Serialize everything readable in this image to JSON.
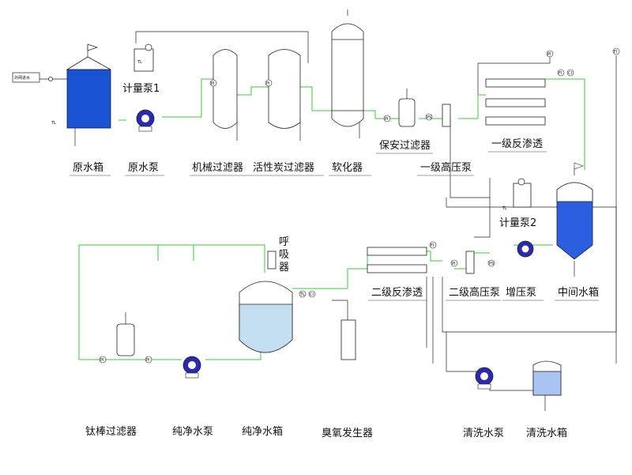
{
  "labels": {
    "outlet": "外网进水",
    "raw_tank": "原水箱",
    "raw_pump": "原水泵",
    "dosing_pump1": "计量泵1",
    "mech_filter": "机械过滤器",
    "carbon_filter": "活性炭过滤器",
    "softener": "软化器",
    "security_filter": "保安过滤器",
    "hp_pump1": "一级高压泵",
    "ro1": "一级反渗透",
    "dosing_pump2": "计量泵2",
    "mid_tank": "中间水箱",
    "booster_pump": "增压泵",
    "hp_pump2": "二级高压泵",
    "ro2": "二级反渗透",
    "breather": "呼吸器",
    "pure_tank": "纯净水箱",
    "pure_pump": "纯净水泵",
    "ti_filter": "钛棒过滤器",
    "ozone": "臭氧发生器",
    "cip_pump": "清洗水泵",
    "cip_tank": "清洗水箱"
  },
  "instruments": {
    "pi": "PI",
    "ps": "PS",
    "ci": "CI",
    "fi": "FI",
    "tl": "TL",
    "l": "L"
  },
  "colors": {
    "raw_water": "#1a52d4",
    "mid_water": "#2c5fe0",
    "pure_water": "#c4dff2",
    "cip_water": "#aac4f2",
    "pipe_main": "#3cc83c",
    "pipe_aux": "#222222",
    "pump_body": "#2a2ab0"
  }
}
